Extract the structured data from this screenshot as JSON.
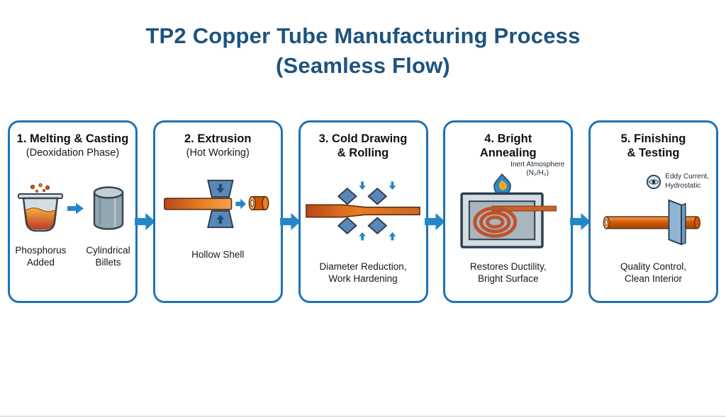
{
  "title": {
    "line1": "TP2 Copper Tube Manufacturing Process",
    "line2": "(Seamless Flow)"
  },
  "colors": {
    "title_text": "#1d537f",
    "card_border": "#2173b4",
    "arrow_blue": "#2586c7",
    "copper": "#d35400",
    "steel_blue": "#5b87b8"
  },
  "stages": [
    {
      "heading": "1. Melting & Casting",
      "subheading": "(Deoxidation Phase)",
      "caption_left": "Phosphorus\nAdded",
      "caption_right": "Cylindrical\nBillets",
      "icons": [
        "crucible-icon",
        "arrow-right-icon",
        "billet-icon"
      ]
    },
    {
      "heading": "2. Extrusion",
      "subheading": "(Hot Working)",
      "caption": "Hollow Shell",
      "icons": [
        "extrusion-die-icon",
        "hollow-shell-icon"
      ]
    },
    {
      "heading": "3. Cold Drawing\n& Rolling",
      "caption": "Diameter Reduction,\nWork Hardening",
      "icons": [
        "rolling-mill-icon"
      ]
    },
    {
      "heading": "4. Bright\nAnnealing",
      "annotation": "Inert Atmosphere\n(N₂/H₂)",
      "caption": "Restores Ductility,\nBright Surface",
      "icons": [
        "flame-icon",
        "annealing-furnace-icon"
      ]
    },
    {
      "heading": "5. Finishing\n& Testing",
      "annotation": "Eddy Current,\nHydrostatic",
      "caption": "Quality Control,\nClean Interior",
      "icons": [
        "eye-icon",
        "test-fixture-icon"
      ]
    }
  ]
}
